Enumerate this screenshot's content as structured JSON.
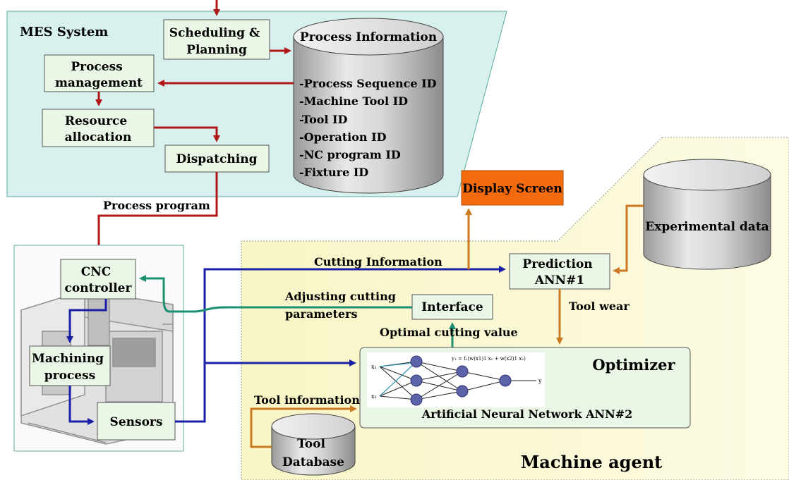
{
  "mes": {
    "title": "MES System",
    "scheduling": [
      "Scheduling &",
      "Planning"
    ],
    "process_management": [
      "Process",
      "management"
    ],
    "resource_allocation": [
      "Resource",
      "allocation"
    ],
    "dispatching": "Dispatching",
    "process_info": {
      "title": "Process Information",
      "items": [
        "-Process Sequence ID",
        "-Machine Tool ID",
        "-Tool ID",
        "-Operation ID",
        "-NC program ID",
        "-Fixture ID"
      ]
    },
    "process_program_label": "Process program"
  },
  "machine": {
    "cnc_controller": [
      "CNC",
      "controller"
    ],
    "machining_process": [
      "Machining",
      "process"
    ],
    "sensors": "Sensors"
  },
  "agent": {
    "title": "Machine agent",
    "display_screen": "Display Screen",
    "experimental_data": "Experimental data",
    "prediction": [
      "Prediction",
      "ANN#1"
    ],
    "cutting_information": "Cutting Information",
    "adjusting": [
      "Adjusting cutting",
      "parameters"
    ],
    "interface": "Interface",
    "tool_wear": "Tool wear",
    "optimal_cutting_value": "Optimal cutting value",
    "optimizer": "Optimizer",
    "ann2": "Artificial Neural Network ANN#2",
    "tool_information": "Tool information",
    "tool_database": [
      "Tool",
      "Database"
    ],
    "formula": "y₁ = f₁(w(x1)1 x₁ + w(x2)1 x₂)",
    "nn_inputs": [
      "x₁",
      "x₂"
    ],
    "nn_output": "y"
  },
  "colors": {
    "mes_bg": "#d8f1ef",
    "agent_bg": "#fbf8cf",
    "box_fill": "#eaf7e6",
    "red_arrow": "#b01818",
    "blue_arrow": "#1a20a6",
    "green_arrow": "#1a9070",
    "orange_arrow": "#cc7a22",
    "display_fill": "#f26b0f"
  }
}
